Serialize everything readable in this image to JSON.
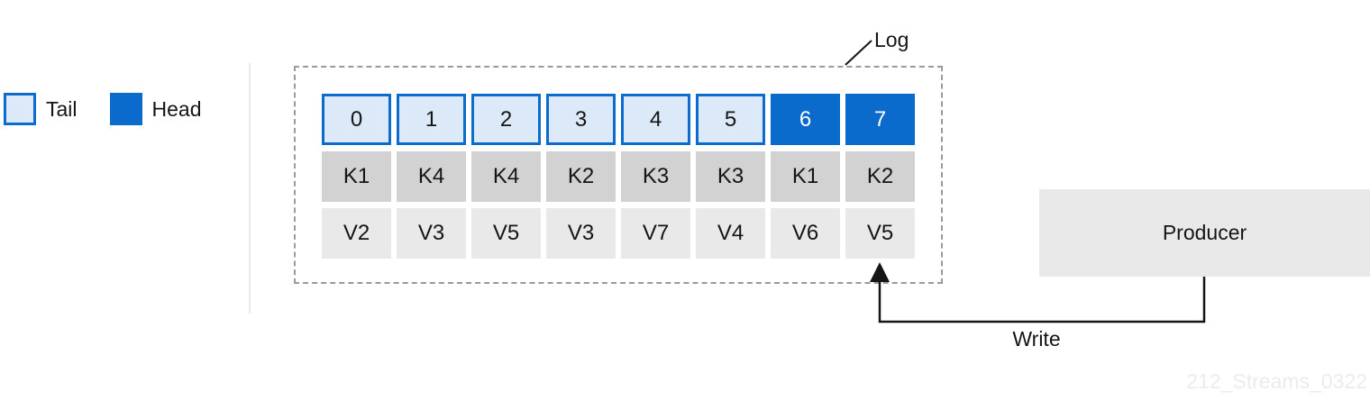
{
  "legend": {
    "tail_label": "Tail",
    "head_label": "Head"
  },
  "log": {
    "label": "Log",
    "offsets": [
      {
        "value": "0",
        "state": "tail"
      },
      {
        "value": "1",
        "state": "tail"
      },
      {
        "value": "2",
        "state": "tail"
      },
      {
        "value": "3",
        "state": "tail"
      },
      {
        "value": "4",
        "state": "tail"
      },
      {
        "value": "5",
        "state": "tail"
      },
      {
        "value": "6",
        "state": "head"
      },
      {
        "value": "7",
        "state": "head"
      }
    ],
    "keys": [
      "K1",
      "K4",
      "K4",
      "K2",
      "K3",
      "K3",
      "K1",
      "K2"
    ],
    "values": [
      "V2",
      "V3",
      "V5",
      "V3",
      "V7",
      "V4",
      "V6",
      "V5"
    ]
  },
  "producer": {
    "label": "Producer"
  },
  "write": {
    "label": "Write"
  },
  "watermark": "212_Streams_0322",
  "colors": {
    "head_blue": "#0a6bcd",
    "tail_fill": "#dbe9f8",
    "tail_border": "#0b6cce",
    "key_gray": "#d2d2d2",
    "value_gray": "#e9e9e9",
    "producer_gray": "#e9e9e9",
    "line_black": "#151515",
    "dashed_border": "#9a9a9a"
  }
}
